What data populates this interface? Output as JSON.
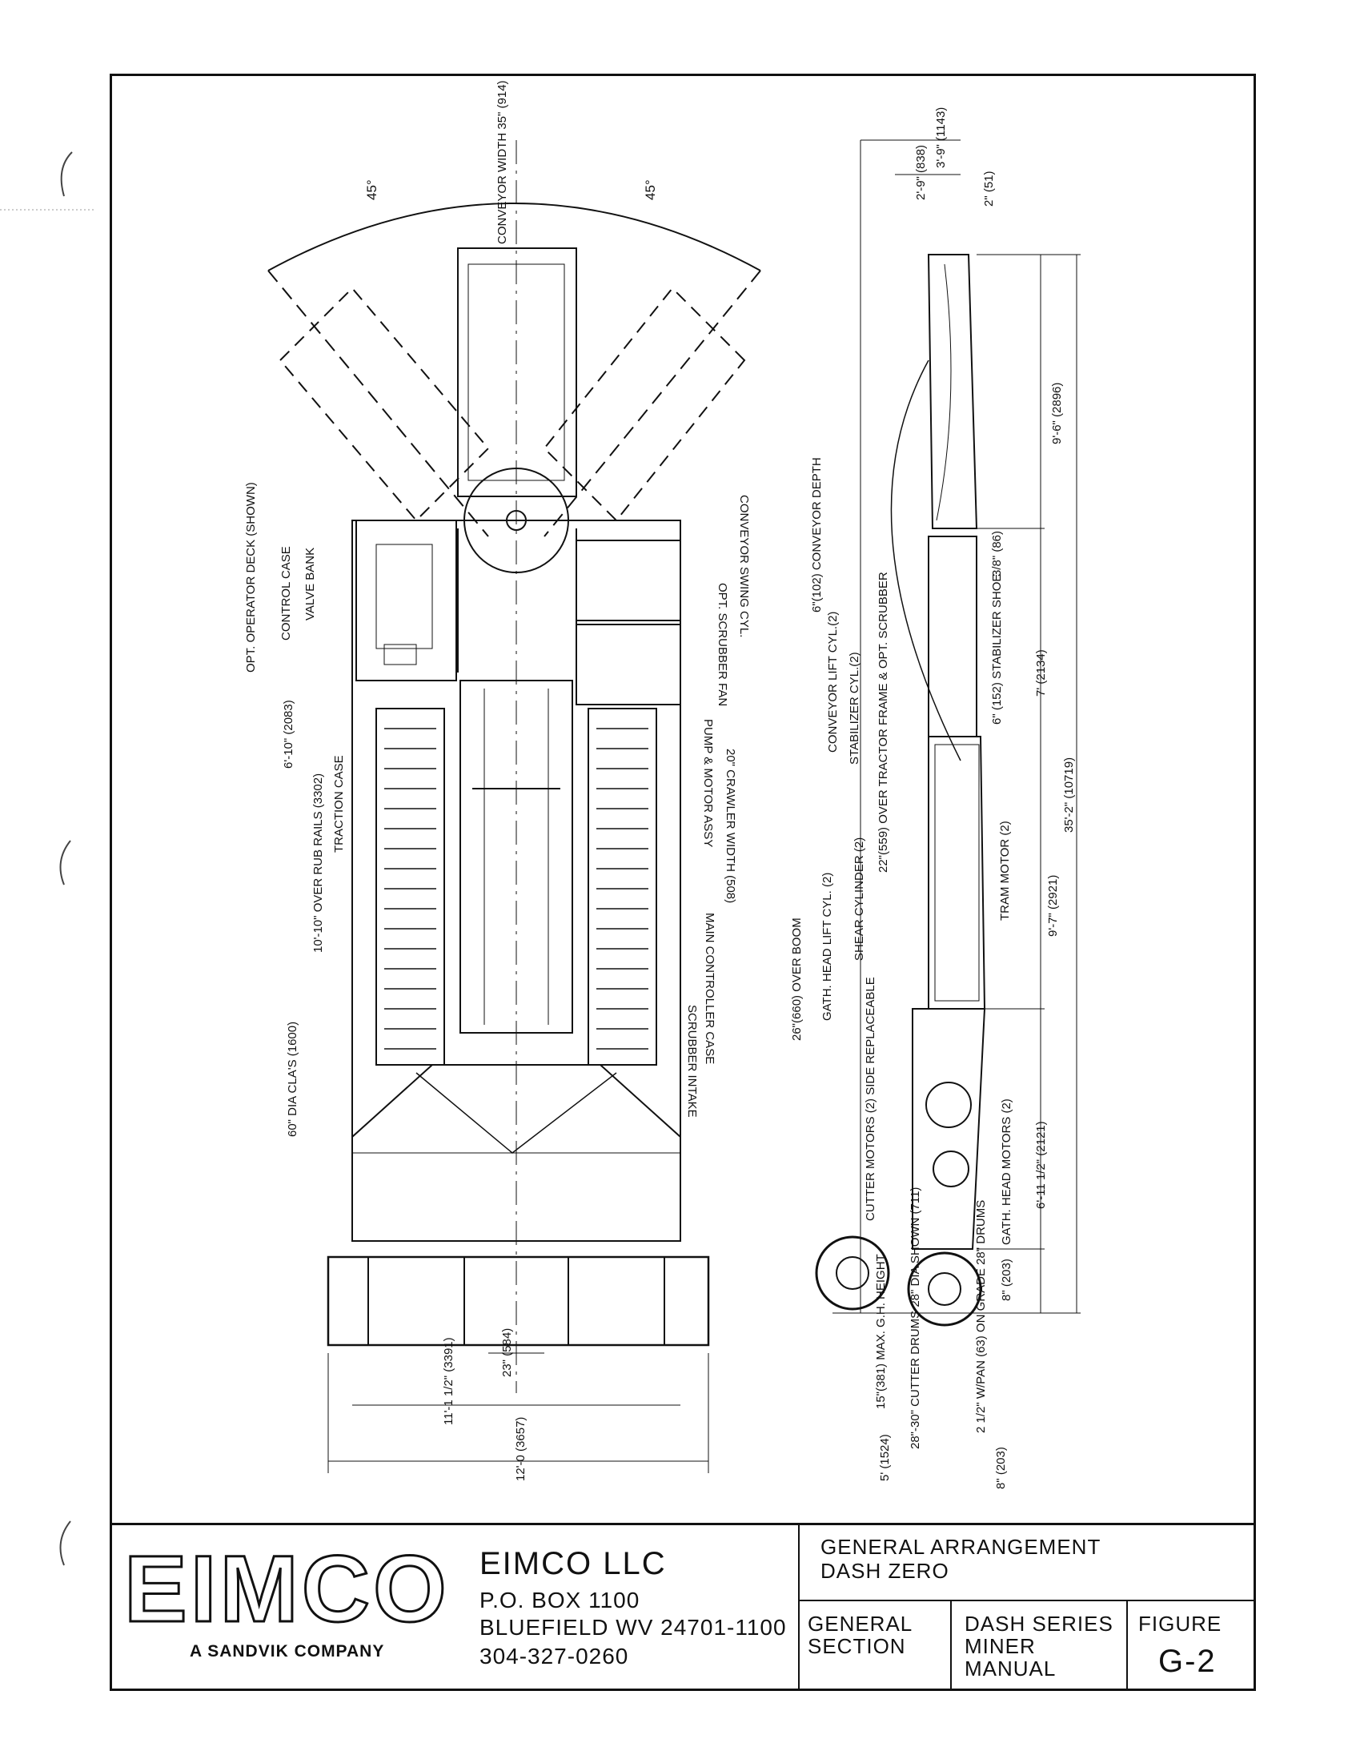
{
  "drawing": {
    "plan_labels": {
      "angle_left": "45°",
      "angle_right": "45°",
      "conveyor_width": "CONVEYOR WIDTH 35\" (914)",
      "opt_operator_deck": "OPT. OPERATOR DECK (SHOWN)",
      "control_case": "CONTROL CASE",
      "valve_bank": "VALVE BANK",
      "dim_6_10": "6'-10\" (2083)",
      "over_rub_rails": "10'-10\" OVER RUB RAILS (3302)",
      "traction_case": "TRACTION CASE",
      "dia_cla": "60\" DIA CLA'S (1600)",
      "conveyor_swing_cyl": "CONVEYOR SWING CYL.",
      "opt_scrubber_fan": "OPT. SCRUBBER FAN",
      "pump_motor_assy": "PUMP & MOTOR ASSY",
      "crawler_width": "20\" CRAWLER WIDTH (508)",
      "main_controller_case": "MAIN CONTROLLER CASE",
      "scrubber_intake": "SCRUBBER INTAKE",
      "dim_11_1": "11'-1 1/2\" (3391)",
      "dim_23": "23\" (584)",
      "dim_12_0": "12'-0 (3657)"
    },
    "side_labels": {
      "dim_3_9": "3'-9\" (1143)",
      "dim_2_9": "2'-9\" (838)",
      "dim_2in": "2\" (51)",
      "dim_9_6": "9'-6\" (2896)",
      "conveyor_depth": "6\"(102) CONVEYOR DEPTH",
      "dim_3_8": "3/8\" (86)",
      "conveyor_lift_cyl": "CONVEYOR LIFT CYL.(2)",
      "stabilizer_cyl": "STABILIZER CYL.(2)",
      "stabilizer_shoe": "6\" (152) STABILIZER SHOE",
      "dim_7": "7' (2134)",
      "over_tractor_frame": "22\"(559) OVER TRACTOR FRAME & OPT. SCRUBBER",
      "dim_35_2": "35'-2\" (10719)",
      "shear_cylinder": "SHEAR CYLINDER (2)",
      "tram_motor": "TRAM MOTOR (2)",
      "dim_9_7": "9'-7\" (2921)",
      "gath_head_lift": "GATH. HEAD LIFT CYL. (2)",
      "over_boom": "26\"(660) OVER BOOM",
      "cutter_motors": "CUTTER MOTORS (2) SIDE REPLACEABLE",
      "gath_head_motors": "GATH. HEAD MOTORS (2)",
      "dim_6_11": "6'-11 1/2\" (2121)",
      "dim_8in": "8\" (203)",
      "max_gh_height": "15\"(381) MAX. G.H. HEIGHT",
      "cutter_drums": "28\"-30\" CUTTER DRUMS 28\" DIA SHOWN (711)",
      "w_pan": "2 1/2\" W/PAN (63) ON GRADE 28\" DRUMS",
      "dim_5": "5' (1524)",
      "dim_8in_b": "8\" (203)"
    }
  },
  "title_block": {
    "logo_text": "EIMCO",
    "company_tagline": "A SANDVIK COMPANY",
    "company_name": "EIMCO LLC",
    "address_box": "P.O. BOX 1100",
    "address_city": "BLUEFIELD WV 24701-1100",
    "phone": "304-327-0260",
    "title_line1": "GENERAL ARRANGEMENT",
    "title_line2": "DASH ZERO",
    "section_line1": "GENERAL",
    "section_line2": "SECTION",
    "manual_line1": "DASH SERIES",
    "manual_line2": "MINER",
    "manual_line3": "MANUAL",
    "figure_label": "FIGURE",
    "figure_number": "G-2"
  }
}
